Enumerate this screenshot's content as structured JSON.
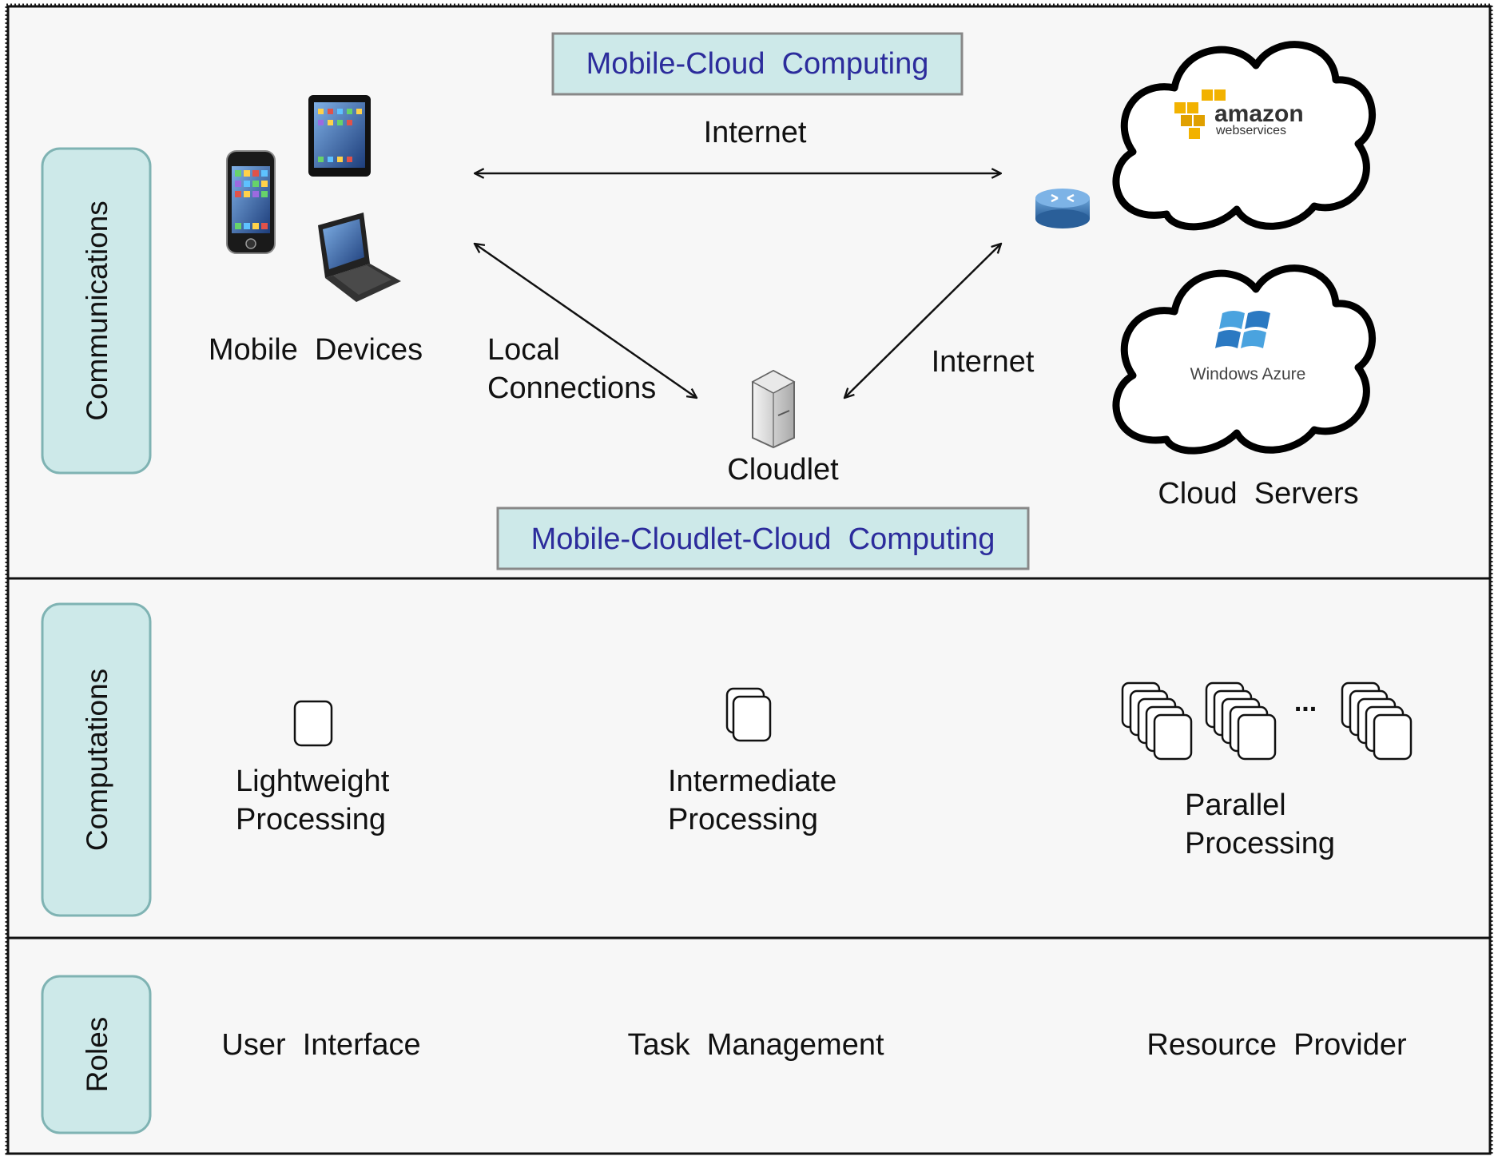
{
  "sections": {
    "communications": "Communications",
    "computations": "Computations",
    "roles": "Roles"
  },
  "banners": {
    "top": "Mobile-Cloud  Computing",
    "bottom": "Mobile-Cloudlet-Cloud  Computing"
  },
  "labels": {
    "internet_top": "Internet",
    "internet_right": "Internet",
    "local_line1": "Local",
    "local_line2": "Connections",
    "mobile_devices": "Mobile  Devices",
    "cloudlet": "Cloudlet",
    "cloud_servers": "Cloud  Servers"
  },
  "logos": {
    "amazon_word": "amazon",
    "amazon_sub": "webservices",
    "azure": "Windows Azure"
  },
  "computations": {
    "light": [
      "Lightweight",
      "Processing"
    ],
    "intermediate": [
      "Intermediate",
      "Processing"
    ],
    "parallel": [
      "Parallel",
      "Processing"
    ],
    "ellipsis": "..."
  },
  "roles": {
    "user": "User  Interface",
    "task": "Task  Management",
    "resource": "Resource  Provider"
  },
  "colors": {
    "panel": "#f7f7f7",
    "side_tab": "#cde9e9",
    "side_tab_border": "#7fb3b3",
    "banner": "#cde9e9",
    "banner_text": "#2c2c9c",
    "amazon_cube": "#f2b200"
  }
}
